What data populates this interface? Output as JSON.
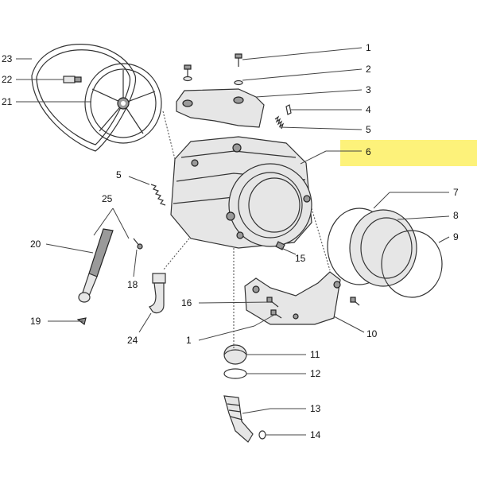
{
  "diagram": {
    "highlight_color": "#fdf27a",
    "highlighted_callout": "6",
    "callouts": {
      "c1": "1",
      "c2": "2",
      "c3": "3",
      "c4": "4",
      "c5": "5",
      "c6": "6",
      "c7": "7",
      "c8": "8",
      "c9": "9",
      "c10": "10",
      "c11": "11",
      "c12": "12",
      "c13": "13",
      "c14": "14",
      "c15": "15",
      "c16": "16",
      "c18": "18",
      "c19": "19",
      "c20": "20",
      "c21": "21",
      "c22": "22",
      "c23": "23",
      "c24": "24",
      "c25": "25",
      "c5b": "5",
      "c1b": "1"
    }
  }
}
